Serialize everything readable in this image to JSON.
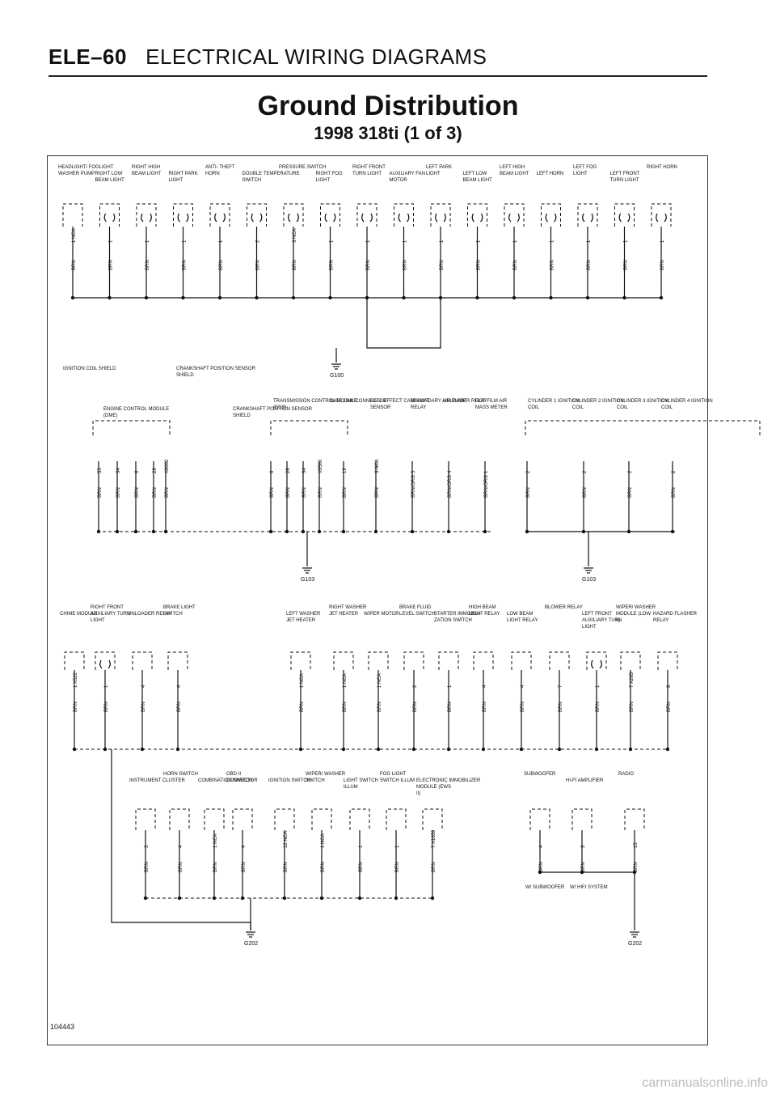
{
  "header": {
    "code": "ELE–60",
    "section": "ELECTRICAL WIRING DIAGRAMS"
  },
  "title": "Ground Distribution",
  "subtitle": "1998 318ti (1 of 3)",
  "doc_number": "104443",
  "watermark": "carmanualsonline.info",
  "row1": {
    "components": [
      "HEADLIGHT/ FOGLIGHT WASHER PUMP",
      "RIGHT LOW BEAM LIGHT",
      "RIGHT HIGH BEAM LIGHT",
      "RIGHT PARK LIGHT",
      "ANTI- THEFT HORN",
      "DOUBLE TEMPERATURE SWITCH",
      "PRESSURE SWITCH",
      "RIGHT FOG LIGHT",
      "RIGHT FRONT TURN LIGHT",
      "AUXILIARY FAN MOTOR",
      "LEFT PARK LIGHT",
      "LEFT LOW BEAM LIGHT",
      "LEFT HIGH BEAM LIGHT",
      "LEFT HORN",
      "LEFT FOG LIGHT",
      "LEFT FRONT TURN LIGHT",
      "RIGHT HORN"
    ],
    "pins": [
      "1 NCA",
      "1",
      "1",
      "1",
      "1",
      "2",
      "3 NCA",
      "1",
      "1",
      "1",
      "1",
      "1",
      "1",
      "1",
      "1",
      "1",
      "1"
    ],
    "ground": "G100"
  },
  "row2": {
    "labels": [
      "IGNITION COIL SHIELD",
      "CRANKSHAFT POSITION SENSOR SHIELD",
      "ENGINE CONTROL MODULE (DME)",
      "CRANKSHAFT POSITION SENSOR SHIELD",
      "TRANSMISSION CONTROL MODULE (EGS)",
      "DATA LINK CONNECTOR",
      "HALL EFFECT CAMSHAFT SENSOR",
      "SECONDARY AIR PUMP RELAY",
      "UNLOADER RELAY",
      "HOT FILM AIR MASS METER",
      "CYLINDER 1 IGNITION COIL",
      "CYLINDER 2 IGNITION COIL",
      "CYLINDER 3 IGNITION COIL",
      "CYLINDER 4 IGNITION COIL"
    ],
    "pins": [
      "55",
      "34",
      "6",
      "28",
      "X6002",
      "6",
      "28",
      "34",
      "X6500",
      "19",
      "3 NCA",
      "5",
      "4",
      "1",
      "2",
      "2",
      "2",
      "2"
    ],
    "wire_colors": [
      "BRN",
      "BRN/ORG"
    ],
    "grounds": [
      "G103",
      "G103"
    ]
  },
  "row3": {
    "components": [
      "CHIME MODULE",
      "RIGHT FRONT AUXILIARY TURN LIGHT",
      "UNLOADER RELAY",
      "BRAKE LIGHT SWITCH",
      "LEFT WASHER JET HEATER",
      "RIGHT WASHER JET HEATER",
      "WIPER MOTOR",
      "BRAKE FLUID LEVEL SWITCH",
      "STARTER IMMOBILI- ZATION SWITCH",
      "HIGH BEAM LIGHT RELAY",
      "LOW BEAM LIGHT RELAY",
      "BLOWER RELAY",
      "LEFT FRONT AUXILIARY TURN LIGHT",
      "WIPER/ WASHER MODULE (LOW II)",
      "HAZARD FLASHER RELAY"
    ],
    "pins": [
      "1 X522",
      "1",
      "4",
      "4",
      "1 NCA",
      "1 NCA",
      "1 NCA",
      "2",
      "1",
      "4",
      "4",
      "7",
      "1",
      "7 X285",
      "8"
    ]
  },
  "row4": {
    "components": [
      "INSTRUMENT CLUSTER",
      "HORN SWITCH",
      "COMBINATION SWITCH",
      "OBD II CONNECTOR",
      "IGNITION SWITCH",
      "WIPER/ WASHER SWITCH",
      "LIGHT SWITCH ILLUM",
      "FOG LIGHT SWITCH ILLUM",
      "ELECTRONIC IMMOBILIZER MODULE (EWS II)",
      "SUBWOOFER",
      "HI-FI AMPLIFIER",
      "RADIO"
    ],
    "pins": [
      "3",
      "4",
      "1 NCA",
      "4",
      "12 NCA",
      "1 NCA",
      "1",
      "1",
      "7 X1659",
      "4",
      "3",
      "15"
    ],
    "notes": [
      "W/ SUBWOOFER",
      "W/ HIFI SYSTEM"
    ],
    "grounds": [
      "G202",
      "G202"
    ]
  }
}
